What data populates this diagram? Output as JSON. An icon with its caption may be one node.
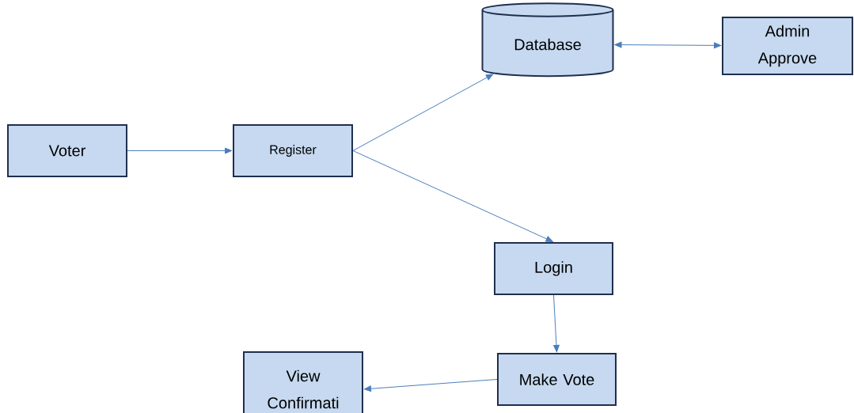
{
  "diagram": {
    "nodes": [
      {
        "text": [
          "Voter"
        ]
      },
      {
        "text": [
          "Register"
        ]
      },
      {
        "text": [
          "Database"
        ]
      },
      {
        "text": [
          "Admin Approve"
        ]
      },
      {
        "text": [
          "Login"
        ]
      },
      {
        "text": [
          "Make Vote"
        ]
      },
      {
        "text": [
          "View Confirmati"
        ]
      }
    ],
    "edges": [
      {
        "from": 0,
        "to": 1,
        "arrow": "to"
      },
      {
        "from": 1,
        "to": 2,
        "arrow": "to"
      },
      {
        "from": 1,
        "to": 4,
        "arrow": "to"
      },
      {
        "from": 2,
        "to": 3,
        "arrow": "both"
      },
      {
        "from": 4,
        "to": 5,
        "arrow": "to"
      },
      {
        "from": 5,
        "to": 6,
        "arrow": "to"
      }
    ]
  }
}
